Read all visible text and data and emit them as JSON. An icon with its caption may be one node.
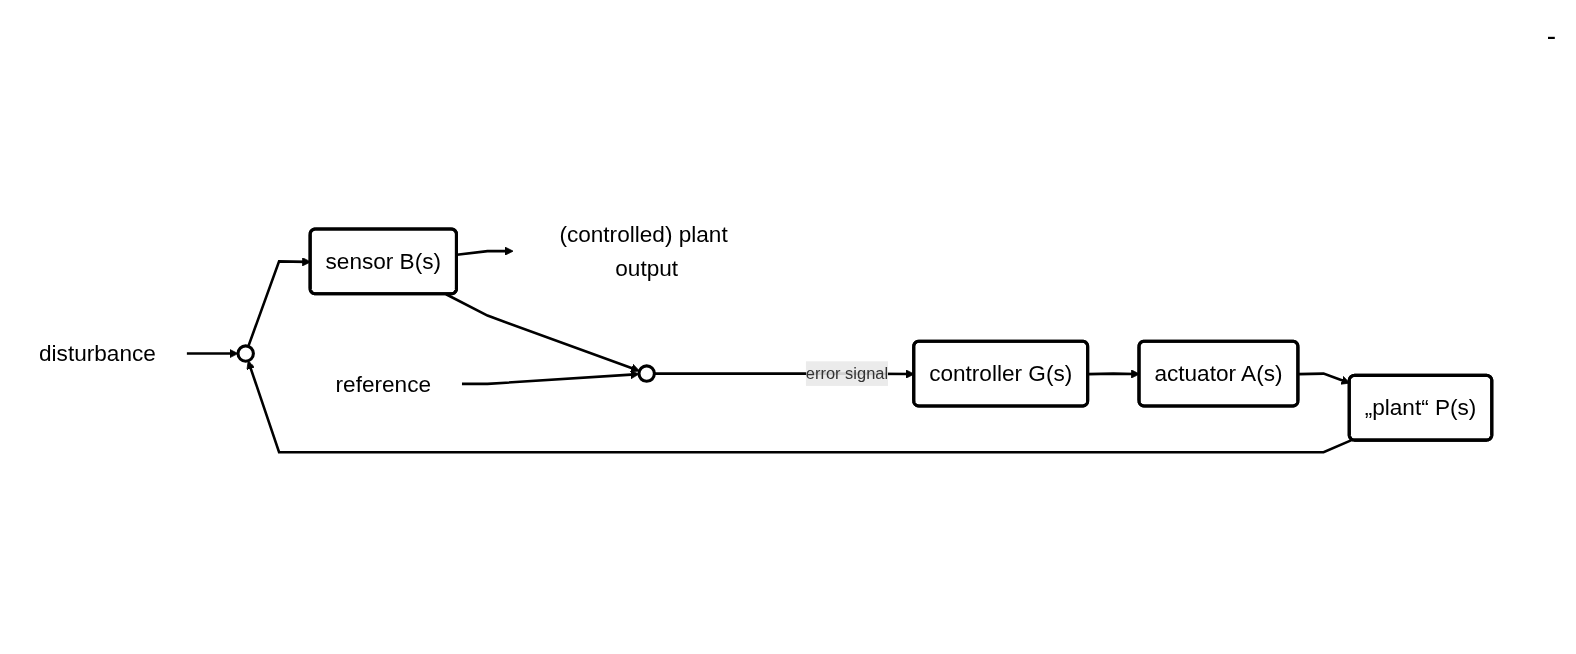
{
  "diagram": {
    "nodes": [
      {
        "text": [
          "disturbance"
        ]
      },
      {
        "text": [
          "(controlled) plant output"
        ]
      },
      {
        "text": [
          "actuator A(s)"
        ]
      },
      {
        "text": [
          "„plant“ P(s)"
        ]
      },
      {
        "text": [],
        "shape": "circle"
      },
      {
        "text": [
          "sensor B(s)"
        ]
      },
      {
        "text": [],
        "shape": "circle"
      },
      {
        "text": [
          "controller G(s)"
        ]
      },
      {
        "text": [
          "reference"
        ]
      }
    ],
    "edges": [
      {
        "from": 0,
        "to": 4,
        "arrow": "to"
      },
      {
        "from": 2,
        "to": 3,
        "arrow": "to"
      },
      {
        "from": 3,
        "to": 4,
        "arrow": "to"
      },
      {
        "from": 4,
        "to": 5,
        "arrow": "to"
      },
      {
        "from": 5,
        "to": 1,
        "arrow": "to"
      },
      {
        "from": 5,
        "to": 6,
        "arrow": "to"
      },
      {
        "from": 8,
        "to": 6,
        "arrow": "to"
      },
      {
        "from": 6,
        "to": 7,
        "label": "error signal",
        "arrow": "to"
      },
      {
        "from": 7,
        "to": 2,
        "arrow": "to"
      }
    ],
    "labels": [
      "-"
    ]
  }
}
